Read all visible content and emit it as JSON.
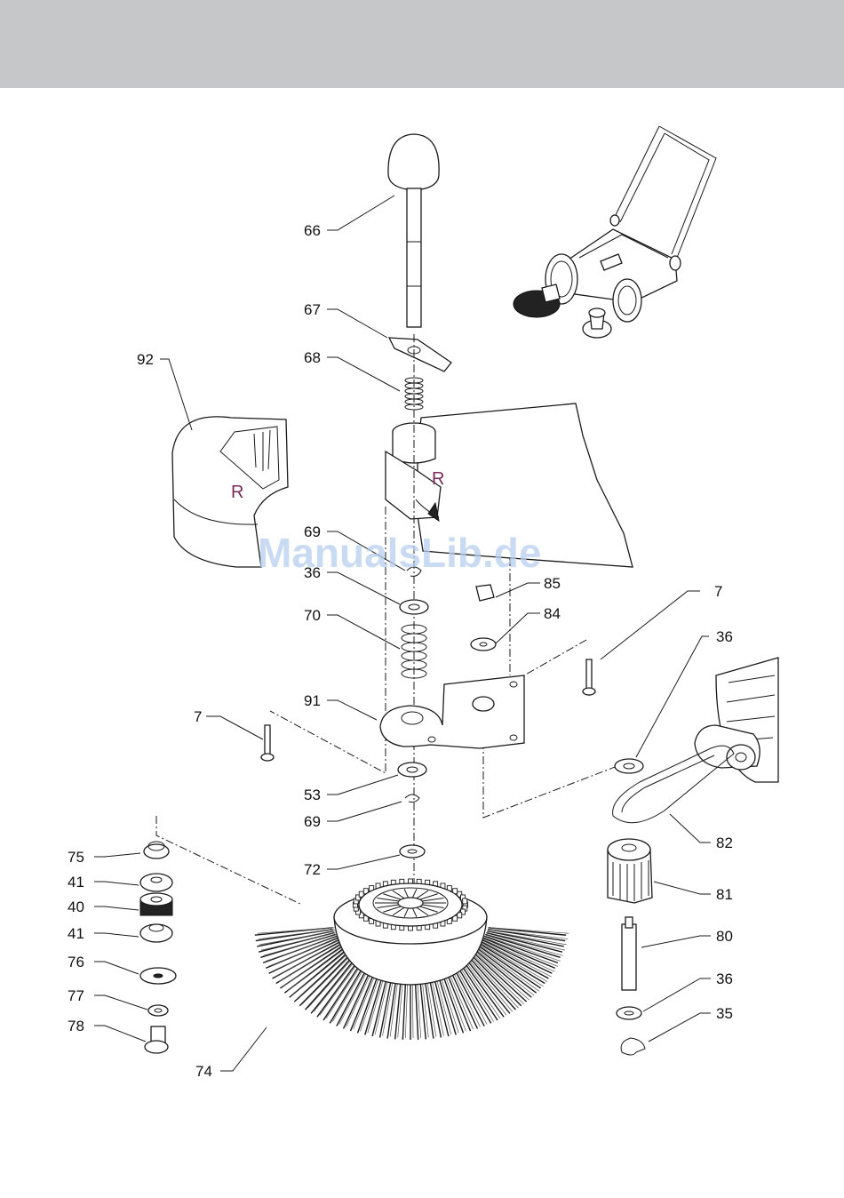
{
  "header": {
    "background": "#c6c7c9"
  },
  "watermark": {
    "text": "ManualsLib.de",
    "color": "#b7cff0"
  },
  "region_marks": [
    "R",
    "R"
  ],
  "callouts": {
    "c66": "66",
    "c67": "67",
    "c68": "68",
    "c92": "92",
    "c69a": "69",
    "c36a": "36",
    "c70": "70",
    "c85": "85",
    "c84": "84",
    "c7a": "7",
    "c36b": "36",
    "c91": "91",
    "c7b": "7",
    "c53": "53",
    "c69b": "69",
    "c72": "72",
    "c75": "75",
    "c41a": "41",
    "c40": "40",
    "c41b": "41",
    "c76": "76",
    "c77": "77",
    "c78": "78",
    "c74": "74",
    "c82": "82",
    "c81": "81",
    "c80": "80",
    "c36c": "36",
    "c35": "35"
  }
}
